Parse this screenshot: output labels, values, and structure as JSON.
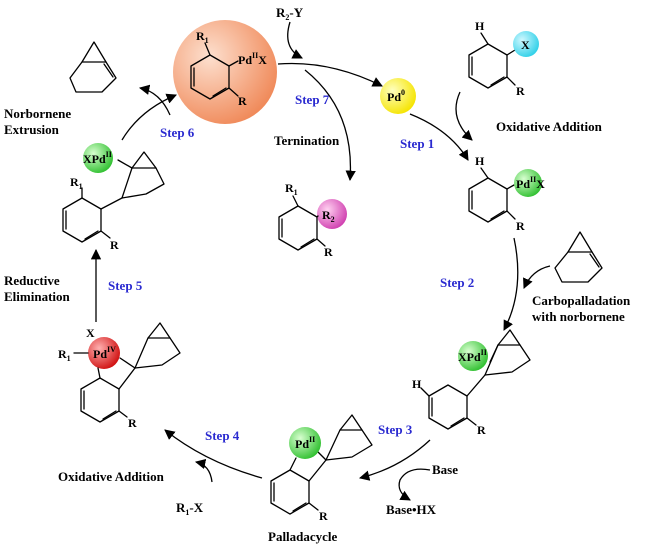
{
  "colors": {
    "step_text": "#2a2ad0",
    "big_sphere": "#f4a078",
    "pd0": "#ffff00",
    "x_sphere": "#40e0f0",
    "green": "#40d040",
    "pink": "#e060c0",
    "red": "#e02020"
  },
  "reagents": {
    "top": "R2-Y",
    "base": "Base",
    "base_hx": "Base•HX",
    "r1x": "R1-X"
  },
  "steps": [
    "Step 1",
    "Step 2",
    "Step 3",
    "Step 4",
    "Step 5",
    "Step 6",
    "Step 7"
  ],
  "labels": {
    "oxidative_addition_1": "Oxidative Addition",
    "carbopalladation_1": "Carbopalladation",
    "carbopalladation_2": "with norbornene",
    "palladacycle": "Palladacycle",
    "oxidative_addition_2": "Oxidative Addition",
    "reductive_1": "Reductive",
    "reductive_2": "Elimination",
    "norbornene_1": "Norbornene",
    "norbornene_2": "Extrusion",
    "termination": "Ternination"
  },
  "atoms": {
    "pd": "Pd",
    "pd0_sup": "0",
    "pd_sup": "II",
    "x": "X",
    "h": "H",
    "r": "R",
    "r1": "R1",
    "r2": "R2",
    "xpd": "XPd"
  }
}
